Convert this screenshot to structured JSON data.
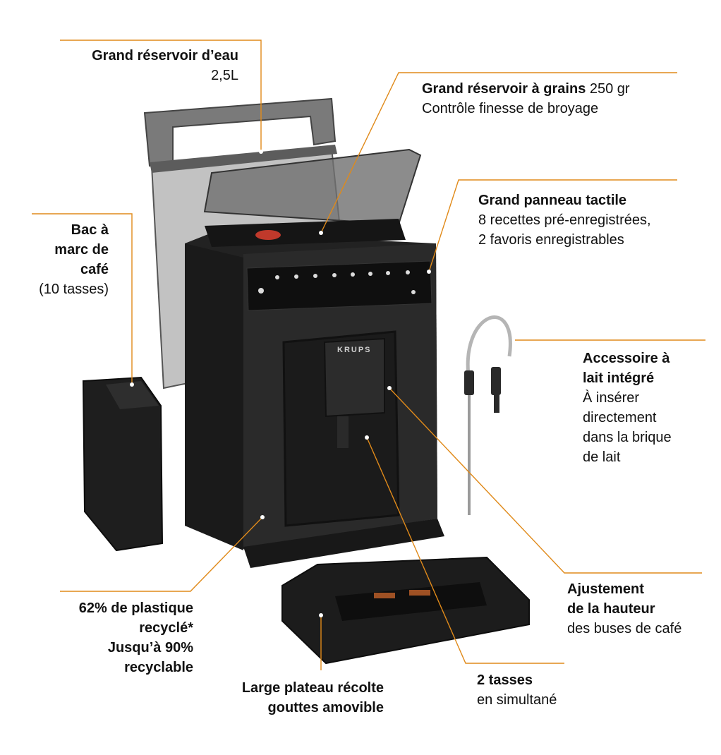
{
  "brand_logo": "KRUPS",
  "accent_color": "#e08a1a",
  "callouts": {
    "water_tank": {
      "title": "Grand réservoir d’eau",
      "detail": "2,5L"
    },
    "bean_tank": {
      "title": "Grand réservoir à grains",
      "title_suffix": " 250 gr",
      "detail": "Contrôle finesse de broyage"
    },
    "touch_panel": {
      "title": "Grand panneau tactile",
      "detail_1": "8 recettes pré-enregistrées,",
      "detail_2": "2 favoris enregistrables"
    },
    "grounds_bin": {
      "title_1": "Bac à",
      "title_2": "marc de",
      "title_3": "café",
      "detail": "(10 tasses)"
    },
    "milk_accessory": {
      "title_1": "Accessoire à",
      "title_2": "lait intégré",
      "detail_1": "À insérer",
      "detail_2": "directement",
      "detail_3": "dans la brique",
      "detail_4": "de lait"
    },
    "height_adjust": {
      "title_1": "Ajustement",
      "title_2": "de la hauteur",
      "detail": "des buses de café"
    },
    "recycled": {
      "line_1": "62% de plastique",
      "line_2": "recyclé*",
      "line_3": "Jusqu’à 90%",
      "line_4": "recyclable"
    },
    "drip_tray": {
      "line_1": "Large plateau récolte",
      "line_2": "gouttes amovible"
    },
    "two_cups": {
      "title": "2 tasses",
      "detail": "en simultané"
    }
  }
}
